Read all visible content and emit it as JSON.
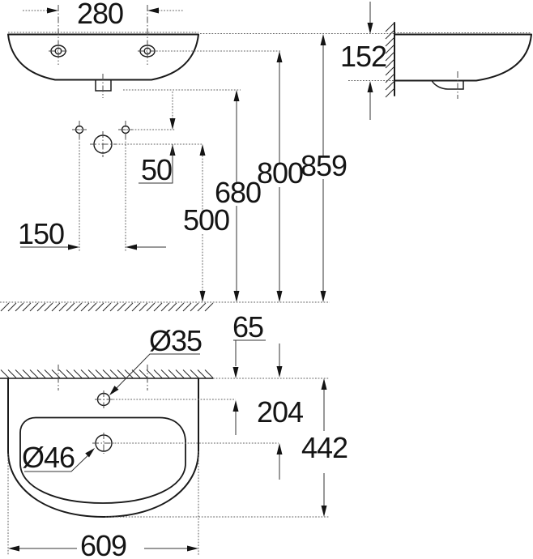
{
  "colors": {
    "outline": "#1a1a1a",
    "dimension_line": "#5f5f5f",
    "text": "#141414",
    "background": "#ffffff"
  },
  "views": {
    "front": {
      "hole_spacing": "280",
      "faucet_offset": "50",
      "faucet_hole_spacing": "150",
      "faucet_height": "500",
      "outlet_height": "680",
      "mounting_hole_height": "800",
      "rim_height": "859"
    },
    "side": {
      "wall_edge_depth": "152"
    },
    "top": {
      "faucet_hole_diameter": "Ø35",
      "drain_diameter": "Ø46",
      "faucet_hole_to_wall": "65",
      "drain_to_wall": "204",
      "basin_depth": "442",
      "basin_width": "609"
    }
  }
}
